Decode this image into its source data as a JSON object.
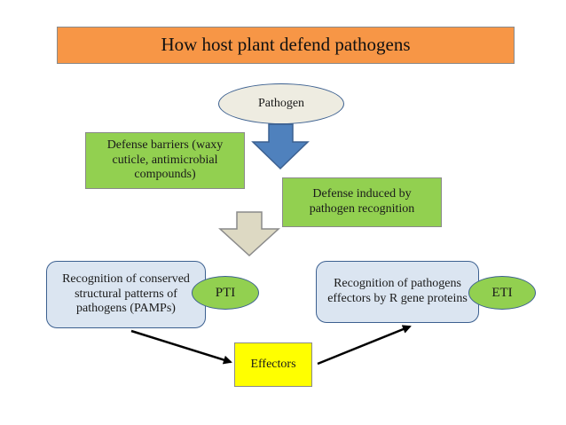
{
  "title": "How host plant defend pathogens",
  "nodes": {
    "pathogen": "Pathogen",
    "barriers": "Defense barriers (waxy cuticle, antimicrobial compounds)",
    "induced": "Defense induced by pathogen recognition",
    "pti_box": "Recognition of conserved structural patterns of pathogens (PAMPs)",
    "pti": "PTI",
    "eti_box": "Recognition of pathogens effectors by R gene proteins",
    "eti": "ETI",
    "effectors": "Effectors"
  },
  "colors": {
    "title_fill": "#f79646",
    "green_fill": "#92d050",
    "blue_arrow": "#4f81bd",
    "tan_arrow": "#ddd9c3",
    "box_fill": "#dbe5f1",
    "effectors_fill": "#ffff00"
  }
}
